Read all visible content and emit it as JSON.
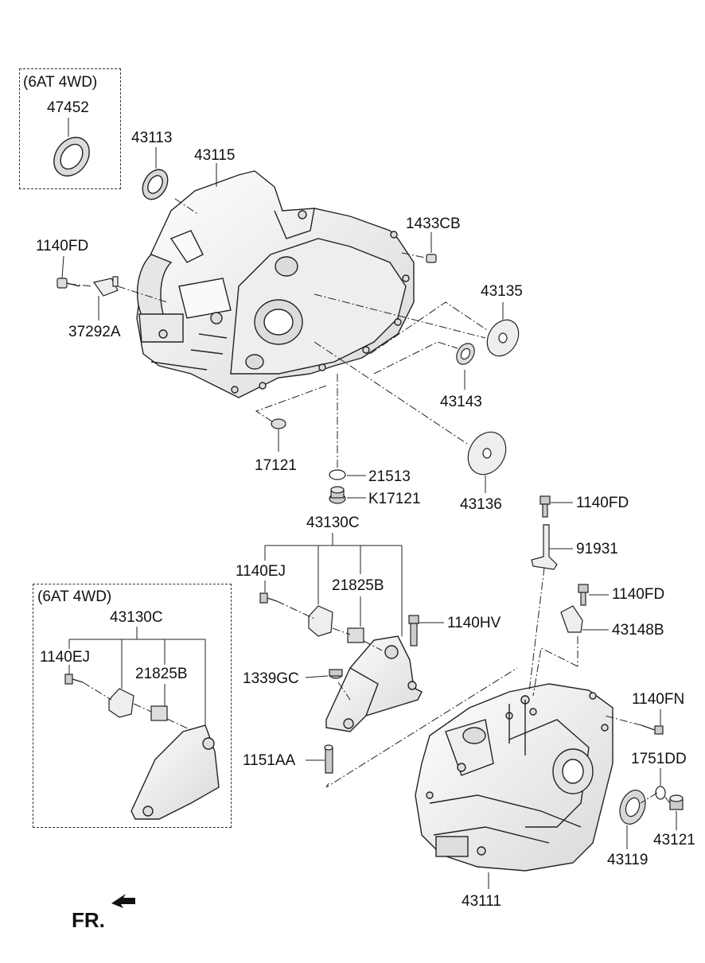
{
  "diagram": {
    "boxes": [
      {
        "id": "box1",
        "caption": "(6AT 4WD)"
      },
      {
        "id": "box2",
        "caption": "(6AT 4WD)"
      }
    ],
    "labels": {
      "p47452": "47452",
      "p43113": "43113",
      "p43115": "43115",
      "p1433CB": "1433CB",
      "p1140FD_a": "1140FD",
      "p37292A": "37292A",
      "p43135": "43135",
      "p43143": "43143",
      "p17121": "17121",
      "p21513": "21513",
      "pK17121": "K17121",
      "p43136": "43136",
      "p43130C_a": "43130C",
      "p1140FD_b": "1140FD",
      "p91931": "91931",
      "p1140EJ_a": "1140EJ",
      "p21825B_a": "21825B",
      "p1140FD_c": "1140FD",
      "p1140HV": "1140HV",
      "p43148B": "43148B",
      "p43130C_b": "43130C",
      "p1140EJ_b": "1140EJ",
      "p21825B_b": "21825B",
      "p1339GC": "1339GC",
      "p1140FN": "1140FN",
      "p1151AA": "1151AA",
      "p1751DD": "1751DD",
      "p43119": "43119",
      "p43121": "43121",
      "p43111": "43111"
    },
    "direction_label": "FR.",
    "colors": {
      "line": "#222222",
      "part_fill": "#f4f4f4",
      "part_shade": "#d8d8d8"
    },
    "icons": [
      "front-direction-arrow-icon"
    ]
  }
}
